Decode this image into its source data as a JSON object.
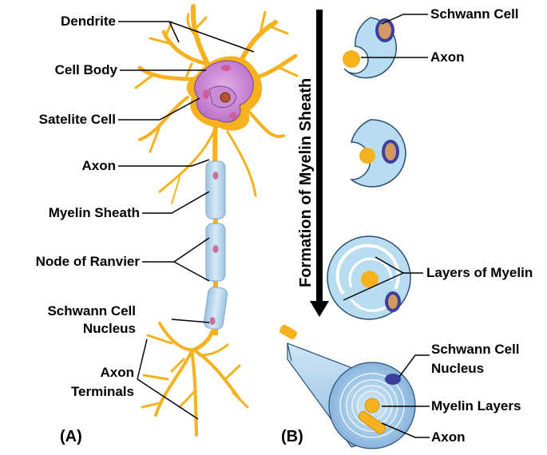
{
  "panel_a": {
    "label": "(A)",
    "labels": {
      "dendrite": "Dendrite",
      "cell_body": "Cell Body",
      "satelite_cell": "Satelite Cell",
      "axon": "Axon",
      "myelin_sheath": "Myelin Sheath",
      "node_of_ranvier": "Node of Ranvier",
      "schwann_nucleus_line1": "Schwann Cell",
      "schwann_nucleus_line2": "Nucleus",
      "axon_terminals_line1": "Axon",
      "axon_terminals_line2": "Terminals"
    }
  },
  "panel_b": {
    "label": "(B)",
    "arrow_text": "Formation of Myelin Sheath",
    "labels": {
      "schwann_cell": "Schwann Cell",
      "axon_top": "Axon",
      "layers_of_myelin": "Layers of Myelin",
      "schwann_nucleus_line1": "Schwann Cell",
      "schwann_nucleus_line2": "Nucleus",
      "myelin_layers": "Myelin Layers",
      "axon_bottom": "Axon"
    }
  },
  "colors": {
    "neuron": "#F5B21E",
    "cell_body": "#C67FD0",
    "myelin": "#BCD9EE",
    "schwann_fill": "#B9DDF0",
    "nucleus": "#3D3FA0",
    "outline": "#000000"
  }
}
